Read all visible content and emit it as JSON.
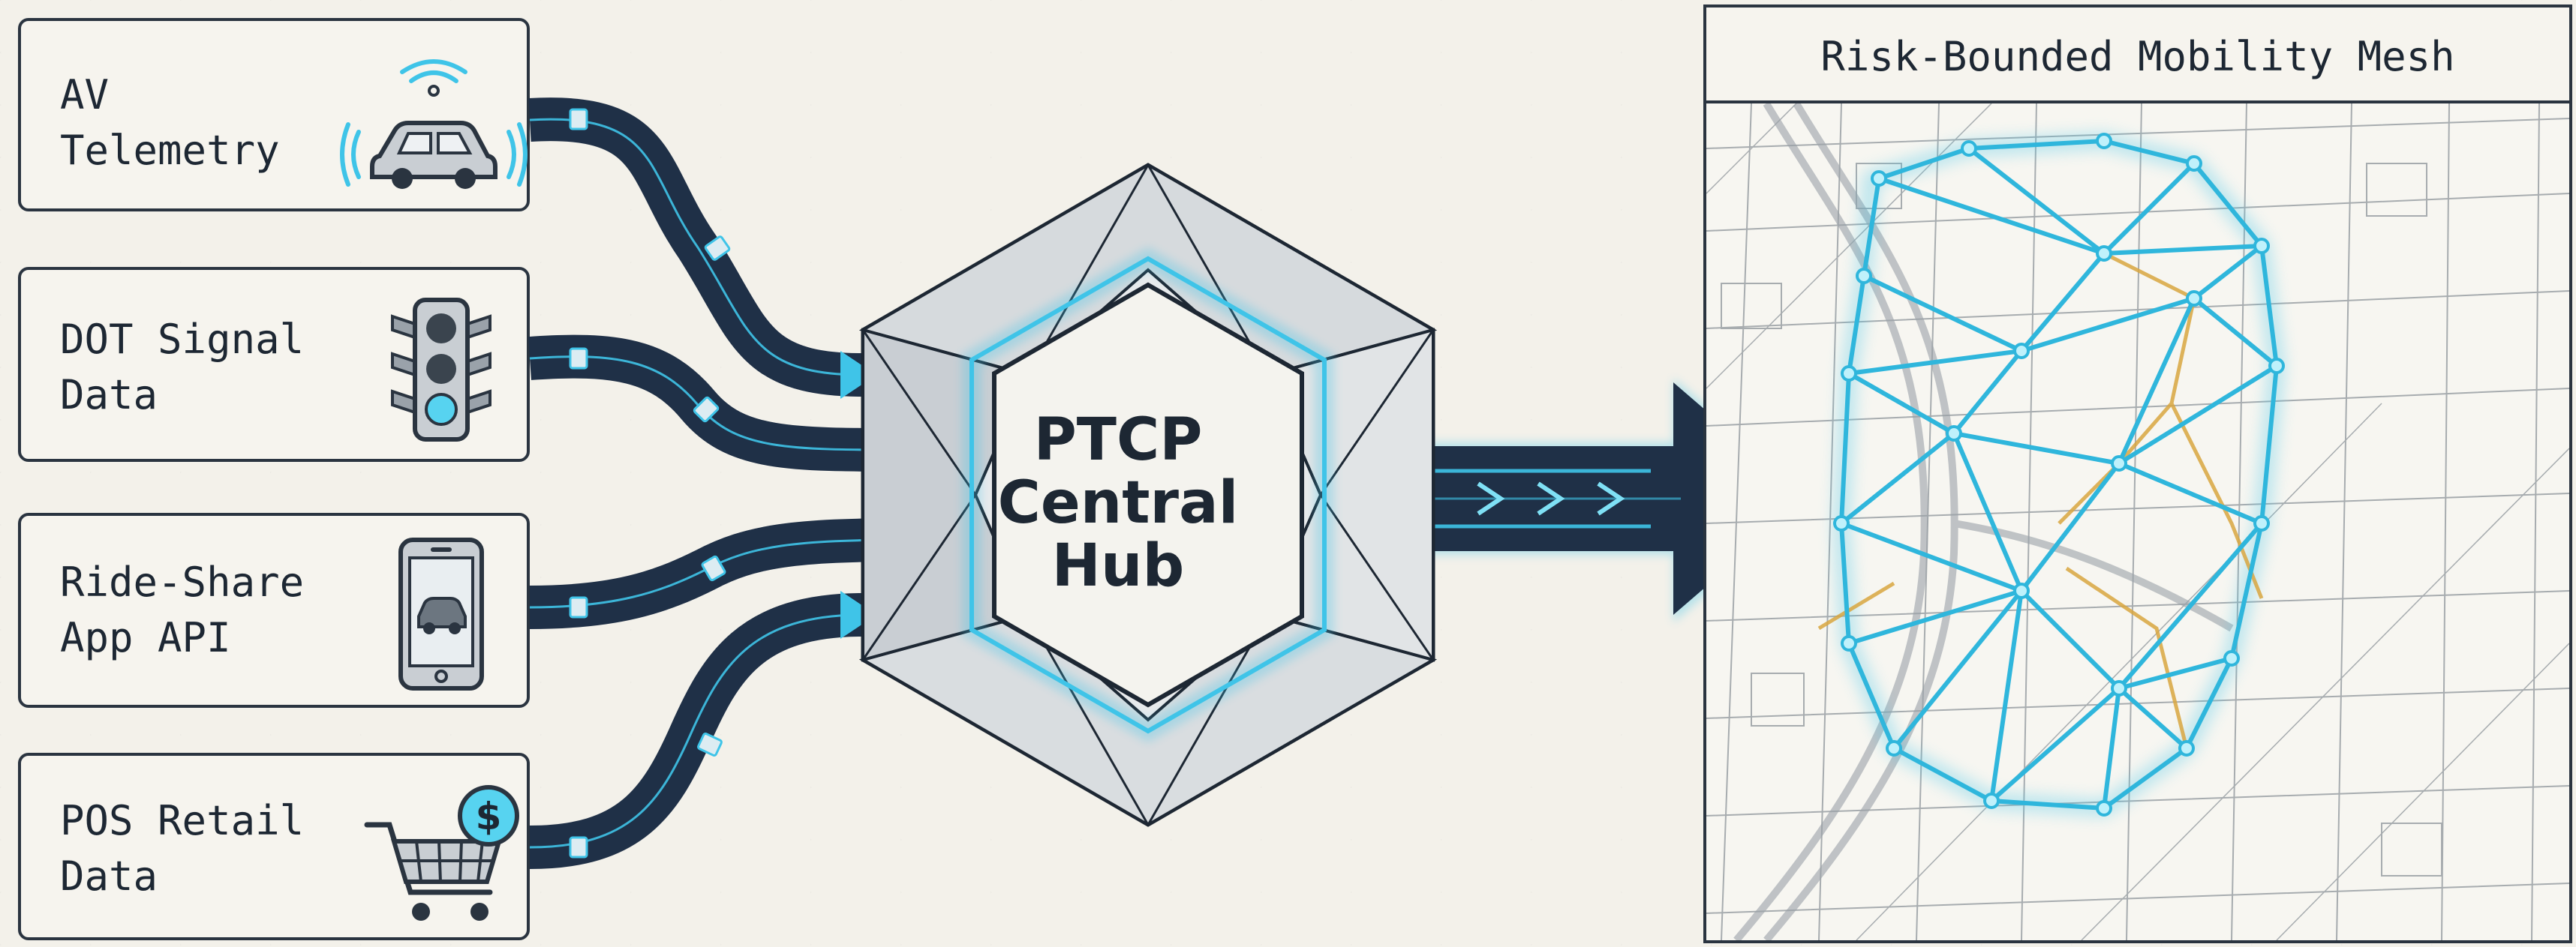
{
  "sources": [
    {
      "id": "av",
      "label": "AV\nTelemetry",
      "icon": "car-signal-icon"
    },
    {
      "id": "dot",
      "label": "DOT Signal\nData",
      "icon": "traffic-light-icon"
    },
    {
      "id": "ride",
      "label": "Ride-Share\nApp API",
      "icon": "smartphone-car-icon"
    },
    {
      "id": "pos",
      "label": "POS Retail\nData",
      "icon": "shopping-cart-dollar-icon"
    }
  ],
  "hub": {
    "title": "PTCP\nCentral\nHub"
  },
  "mesh": {
    "title": "Risk-Bounded Mobility Mesh"
  },
  "colors": {
    "ink": "#1d2733",
    "flow": "#1f3047",
    "glow": "#3fc4e8",
    "accent_amber": "#d8a640",
    "background": "#f3f1ea"
  }
}
